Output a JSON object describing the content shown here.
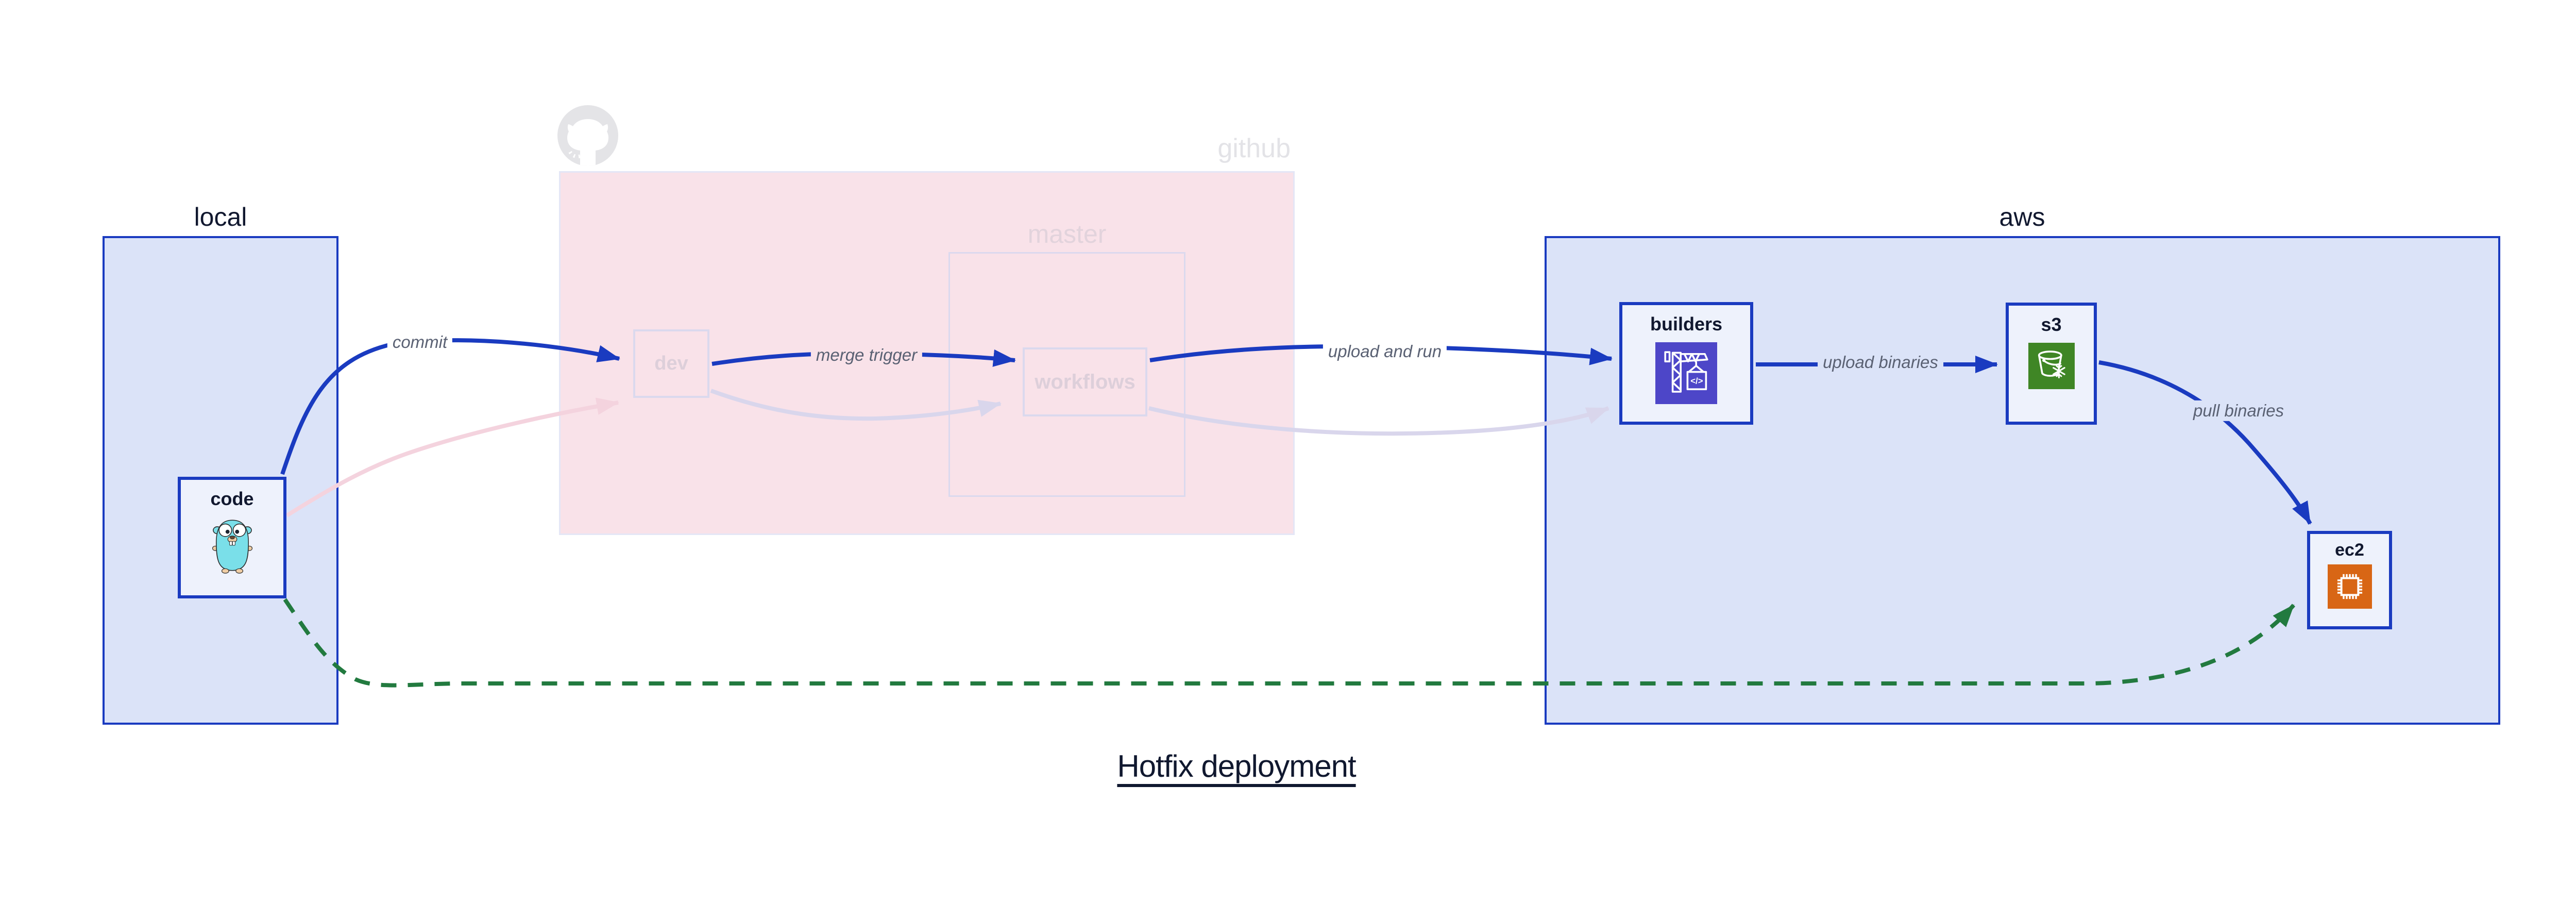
{
  "title": "Hotfix deployment",
  "groups": {
    "local": {
      "label": "local"
    },
    "github": {
      "label": "github",
      "master": {
        "label": "master"
      }
    },
    "aws": {
      "label": "aws"
    }
  },
  "nodes": {
    "code": {
      "label": "code",
      "icon": "go-gopher-icon"
    },
    "dev": {
      "label": "dev"
    },
    "workflows": {
      "label": "workflows"
    },
    "builders": {
      "label": "builders",
      "icon": "aws-codebuild-icon"
    },
    "s3": {
      "label": "s3",
      "icon": "aws-s3-bucket-icon"
    },
    "ec2": {
      "label": "ec2",
      "icon": "aws-ec2-chip-icon"
    }
  },
  "edges": {
    "commit": {
      "label": "commit",
      "from": "code",
      "to": "dev",
      "style": "solid-blue-arrow"
    },
    "merge_trigger": {
      "label": "merge trigger",
      "from": "dev",
      "to": "workflows",
      "style": "solid-blue-arrow"
    },
    "upload_and_run": {
      "label": "upload and run",
      "from": "workflows",
      "to": "builders",
      "style": "solid-blue-arrow"
    },
    "upload_binaries": {
      "label": "upload binaries",
      "from": "builders",
      "to": "s3",
      "style": "solid-blue-arrow"
    },
    "pull_binaries": {
      "label": "pull binaries",
      "from": "s3",
      "to": "ec2",
      "style": "solid-blue-arrow"
    },
    "hotfix_path": {
      "from": "code",
      "to": "ec2",
      "style": "dashed-green-arrow"
    },
    "code_to_dev_inactive": {
      "from": "code",
      "to": "dev",
      "style": "faded-pink-arrow"
    },
    "dev_to_workflows_inactive": {
      "from": "dev",
      "to": "workflows",
      "style": "faded-lavender-arrow"
    },
    "workflows_to_builders_inactive": {
      "from": "workflows",
      "to": "builders",
      "style": "faded-lavender-arrow"
    }
  },
  "icons": {
    "github_logo": "github-octocat-icon",
    "codebuild_code_glyph": "</>"
  },
  "colors": {
    "container_fill": "#dbe3f8",
    "container_border": "#1a3bc0",
    "node_fill": "#eef2fc",
    "edge_blue": "#1a3bc0",
    "hotfix_green": "#227a3f",
    "github_area_fill": "#f9e2e9",
    "faded_border": "#dbd9ee",
    "faded_pink_edge": "#f4d3de",
    "faded_lavender_edge": "#d9d6ec",
    "faded_text": "#ddcfda",
    "github_gray": "#e3e3e7",
    "edge_label_text": "#5a6173",
    "heading_text": "#10182f",
    "codebuild_icon_bg": "#4d46c8",
    "s3_icon_bg": "#3f8625",
    "ec2_icon_bg": "#d86615",
    "gopher_teal": "#7adfe9"
  }
}
